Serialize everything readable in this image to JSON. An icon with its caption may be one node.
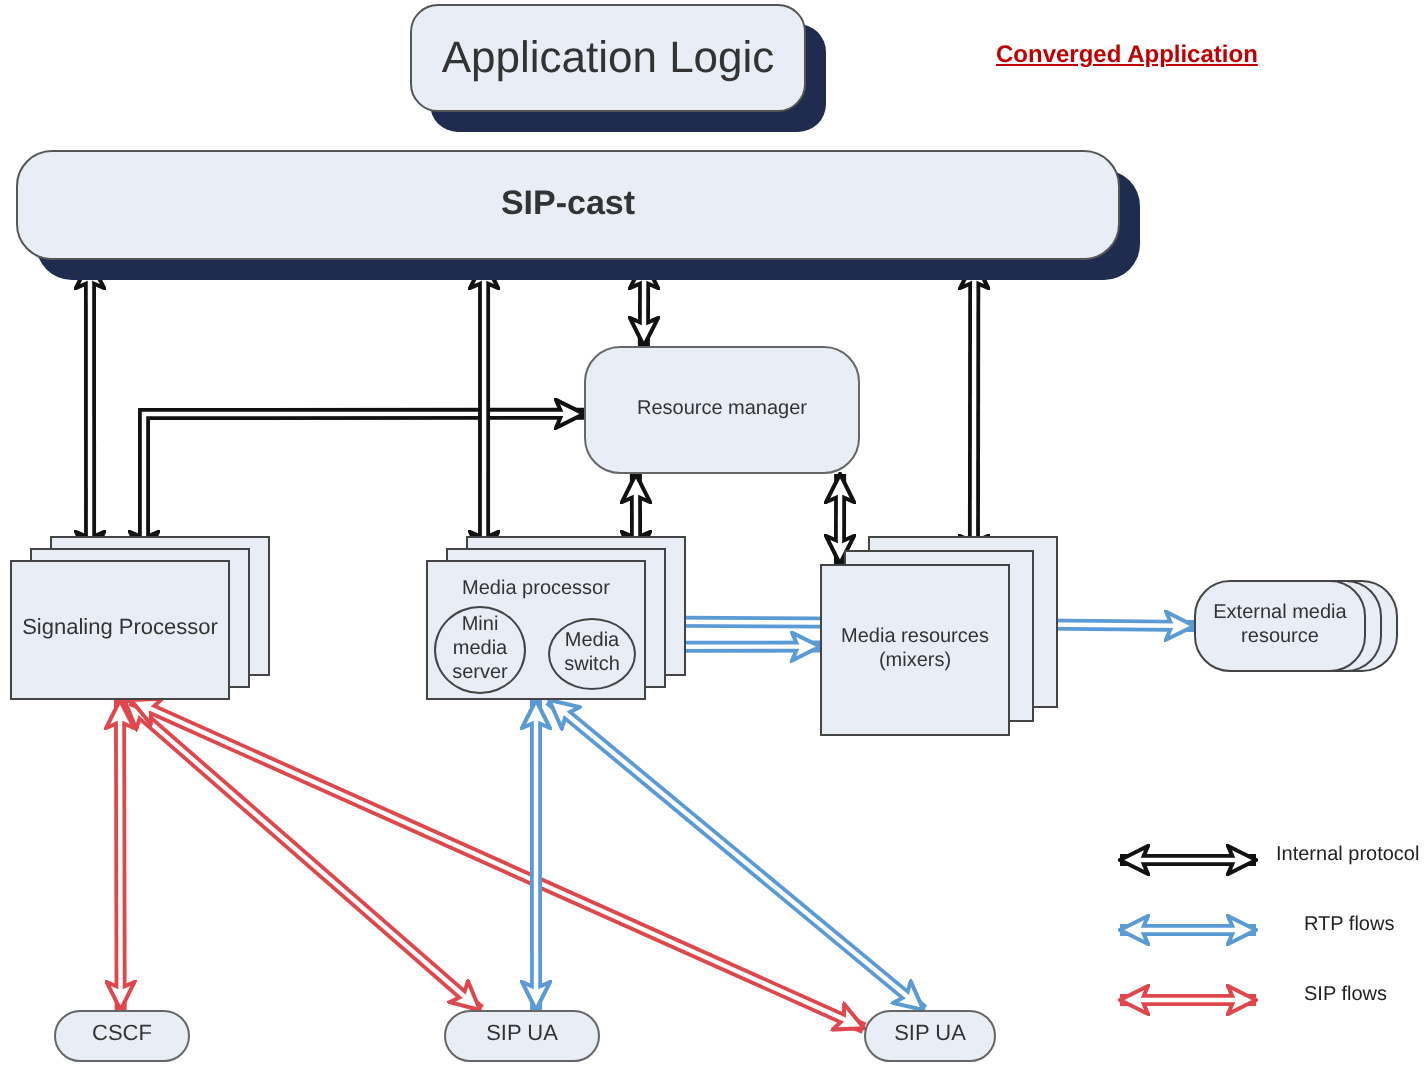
{
  "diagram": {
    "nodes": [
      {
        "text": [
          "Application Logic"
        ]
      },
      {
        "text": [
          "SIP-cast"
        ]
      },
      {
        "text": [
          "Resource manager"
        ]
      },
      {
        "text": [
          "Signaling Processor"
        ]
      },
      {
        "text": [
          "Media processor"
        ]
      },
      {
        "text": [
          "Mini media server"
        ],
        "in": 4
      },
      {
        "text": [
          "Media switch"
        ],
        "in": 4
      },
      {
        "text": [
          "Media resources (mixers)"
        ]
      },
      {
        "text": [
          "External media resource"
        ]
      },
      {
        "text": [
          "CSCF"
        ]
      },
      {
        "text": [
          "SIP UA"
        ]
      },
      {
        "text": [
          "SIP UA"
        ]
      }
    ],
    "edges": [
      {
        "from": 1,
        "to": 3,
        "arrow": "both"
      },
      {
        "from": 2,
        "to": 3,
        "arrow": "both"
      },
      {
        "from": 1,
        "to": 4,
        "arrow": "both"
      },
      {
        "from": 1,
        "to": 2,
        "arrow": "both"
      },
      {
        "from": 2,
        "to": 4,
        "arrow": "both"
      },
      {
        "from": 2,
        "to": 7,
        "arrow": "both"
      },
      {
        "from": 1,
        "to": 7,
        "arrow": "both"
      },
      {
        "from": 7,
        "to": 4,
        "arrow": "to",
        "color": "#5b9bd5"
      },
      {
        "from": 4,
        "to": 7,
        "arrow": "to",
        "color": "#5b9bd5"
      },
      {
        "from": 7,
        "to": 8,
        "arrow": "to",
        "color": "#5b9bd5"
      },
      {
        "from": 3,
        "to": 9,
        "arrow": "both",
        "color": "#e0474c"
      },
      {
        "from": 3,
        "to": 10,
        "arrow": "both",
        "color": "#e0474c"
      },
      {
        "from": 3,
        "to": 11,
        "arrow": "both",
        "color": "#e0474c"
      },
      {
        "from": 4,
        "to": 10,
        "arrow": "both",
        "color": "#5b9bd5"
      },
      {
        "from": 4,
        "to": 11,
        "arrow": "both",
        "color": "#5b9bd5"
      }
    ],
    "labels": [
      "Converged Application"
    ],
    "legend": [
      {
        "text": "Internal protocol"
      },
      {
        "text": "RTP flows"
      },
      {
        "text": "SIP flows"
      }
    ]
  }
}
